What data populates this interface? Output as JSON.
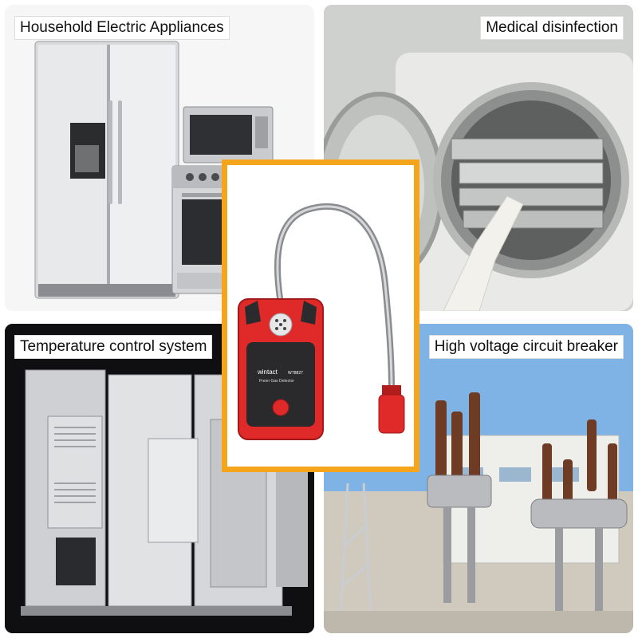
{
  "panels": {
    "top_left": {
      "label": "Household Electric Appliances"
    },
    "top_right": {
      "label": "Medical disinfection"
    },
    "bottom_left": {
      "label": "Temperature control system"
    },
    "bottom_right": {
      "label": "High voltage circuit breaker"
    }
  },
  "device": {
    "brand": "wintact",
    "model": "WT8827",
    "name": "Freon Gas Detector"
  },
  "colors": {
    "frame": "#f5a51b",
    "device_body": "#e02a2a",
    "sky": "#7fb3e6"
  }
}
